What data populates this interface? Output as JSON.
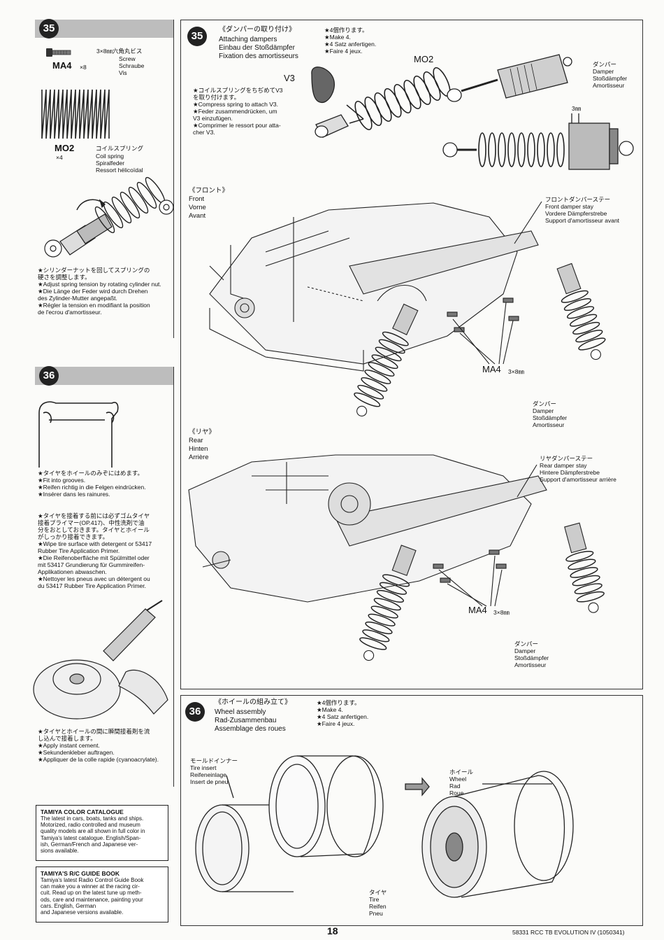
{
  "left_step35": {
    "badge": "35",
    "screw_label": "3×8㎜六角丸ビス",
    "screw_names": [
      "Screw",
      "Schraube",
      "Vis"
    ],
    "screw_code": "MA4",
    "screw_qty": "×8",
    "spring_code": "MO2",
    "spring_qty": "×4",
    "spring_label": "コイルスプリング",
    "spring_names": [
      "Coil spring",
      "Spiralfeder",
      "Ressort hélicoïdal"
    ],
    "notes": [
      "★シリンダーナットを回してスプリングの",
      "硬さを調整します。",
      "★Adjust spring tension by rotating cylinder nut.",
      "★Die Länge der Feder wird durch Drehen",
      "des Zylinder-Mutter angepaßt.",
      "★Régler la tension en modifiant la position",
      "de l'ecrou d'amortisseur."
    ]
  },
  "left_step36": {
    "badge": "36",
    "notes1": [
      "★タイヤをホイールのみぞにはめます。",
      "★Fit into grooves.",
      "★Reifen richtig in die Felgen eindrücken.",
      "★Insérer dans les rainures."
    ],
    "notes2": [
      "★タイヤを接着する前には必ずゴムタイヤ",
      "接着プライマー(OP.417)、中性洗剤で油",
      "分をおとしておきます。タイヤとホイール",
      "がしっかり接着できます。",
      "★Wipe tire surface with detergent or 53417",
      "Rubber Tire Application Primer.",
      "★Die Reifenoberfläche mit Spülmittel oder",
      "mit 53417 Grundierung für Gummireifen-",
      "Applikationen abwaschen.",
      "★Nettoyer les pneus avec un détergent ou",
      "du 53417 Rubber Tire Application Primer."
    ],
    "notes3": [
      "★タイヤとホイールの間に瞬間接着剤を流",
      "し込んで接着します。",
      "★Apply instant cement.",
      "★Sekundenkleber auftragen.",
      "★Appliquer de la colle rapide (cyanoacrylate)."
    ]
  },
  "catalogue": {
    "title": "TAMIYA COLOR CATALOGUE",
    "lines": [
      "The latest in cars, boats, tanks and ships.",
      "Motorized, radio controlled and museum",
      "quality models are all shown in full color in",
      "Tamiya's latest catalogue. English/Span-",
      "ish, German/French and Japanese ver-",
      "sions available."
    ]
  },
  "guide": {
    "title": "TAMIYA'S R/C GUIDE BOOK",
    "lines": [
      "Tamiya's latest Radio Control Guide Book",
      "can make you a winner at the racing cir-",
      "cuit. Read up on the latest tune up meth-",
      "ods, care and maintenance, painting your",
      "cars. English, German",
      "and Japanese versions available."
    ]
  },
  "step35": {
    "badge": "35",
    "title_jp": "《ダンパーの取り付け》",
    "titles": [
      "Attaching dampers",
      "Einbau der Stoßdämpfer",
      "Fixation des amortisseurs"
    ],
    "make": [
      "★4個作ります。",
      "★Make 4.",
      "★4 Satz anfertigen.",
      "★Faire 4 jeux."
    ],
    "mo2": "MO2",
    "v3": "V3",
    "compress": [
      "★コイルスプリングをちぢめてV3",
      "を取り付けます。",
      "★Compress spring to attach V3.",
      "★Feder zusammendrücken, um",
      "V3 einzufügen.",
      "★Comprimer le ressort pour atta-",
      "cher V3."
    ],
    "damper_lbl": [
      "ダンパー",
      "Damper",
      "Stoßdämpfer",
      "Amortisseur"
    ],
    "gap": "3㎜",
    "front_lbl": [
      "《フロント》",
      "Front",
      "Vorne",
      "Avant"
    ],
    "front_stay": [
      "フロントダンパーステー",
      "Front damper stay",
      "Vordere Dämpferstrebe",
      "Support d'amortisseur avant"
    ],
    "ma4": "MA4",
    "ma4_size": "3×8㎜",
    "front_damper": [
      "ダンパー",
      "Damper",
      "Stoßdämpfer",
      "Amortisseur"
    ],
    "rear_lbl": [
      "《リヤ》",
      "Rear",
      "Hinten",
      "Arrière"
    ],
    "rear_stay": [
      "リヤダンパーステー",
      "Rear damper stay",
      "Hintere Dämpferstrebe",
      "Support d'amortisseur arrière"
    ],
    "rear_damper": [
      "ダンパー",
      "Damper",
      "Stoßdämpfer",
      "Amortisseur"
    ]
  },
  "step36": {
    "badge": "36",
    "title_jp": "《ホイールの組み立て》",
    "titles": [
      "Wheel assembly",
      "Rad-Zusammenbau",
      "Assemblage des roues"
    ],
    "make": [
      "★4個作ります。",
      "★Make 4.",
      "★4 Satz anfertigen.",
      "★Faire 4 jeux."
    ],
    "insert": [
      "モールドインナー",
      "Tire insert",
      "Reifeneinlage",
      "Insert de pneu"
    ],
    "wheel": [
      "ホイール",
      "Wheel",
      "Rad",
      "Roue"
    ],
    "tire": [
      "タイヤ",
      "Tire",
      "Reifen",
      "Pneu"
    ]
  },
  "footer": {
    "page": "18",
    "ref": "58331  RCC TB EVOLUTION IV (1050341)"
  }
}
